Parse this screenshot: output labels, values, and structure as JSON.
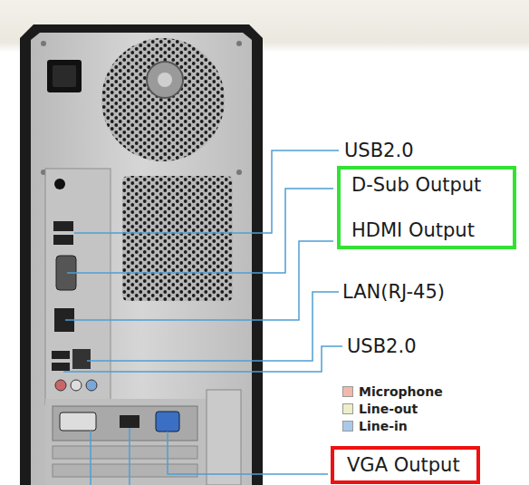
{
  "diagram": {
    "nodes": [
      {
        "text": [
          "D-Sub Output",
          "HDMI Output"
        ]
      },
      {
        "text": [
          "VGA Output"
        ]
      }
    ],
    "labels": [
      "USB2.0",
      "LAN(RJ-45)",
      "USB2.0"
    ],
    "legend": [
      {
        "text": "Microphone",
        "color": "#f2b8ac"
      },
      {
        "text": "Line-out",
        "color": "#eeeec8"
      },
      {
        "text": "Line-in",
        "color": "#a9c9ea"
      }
    ]
  }
}
